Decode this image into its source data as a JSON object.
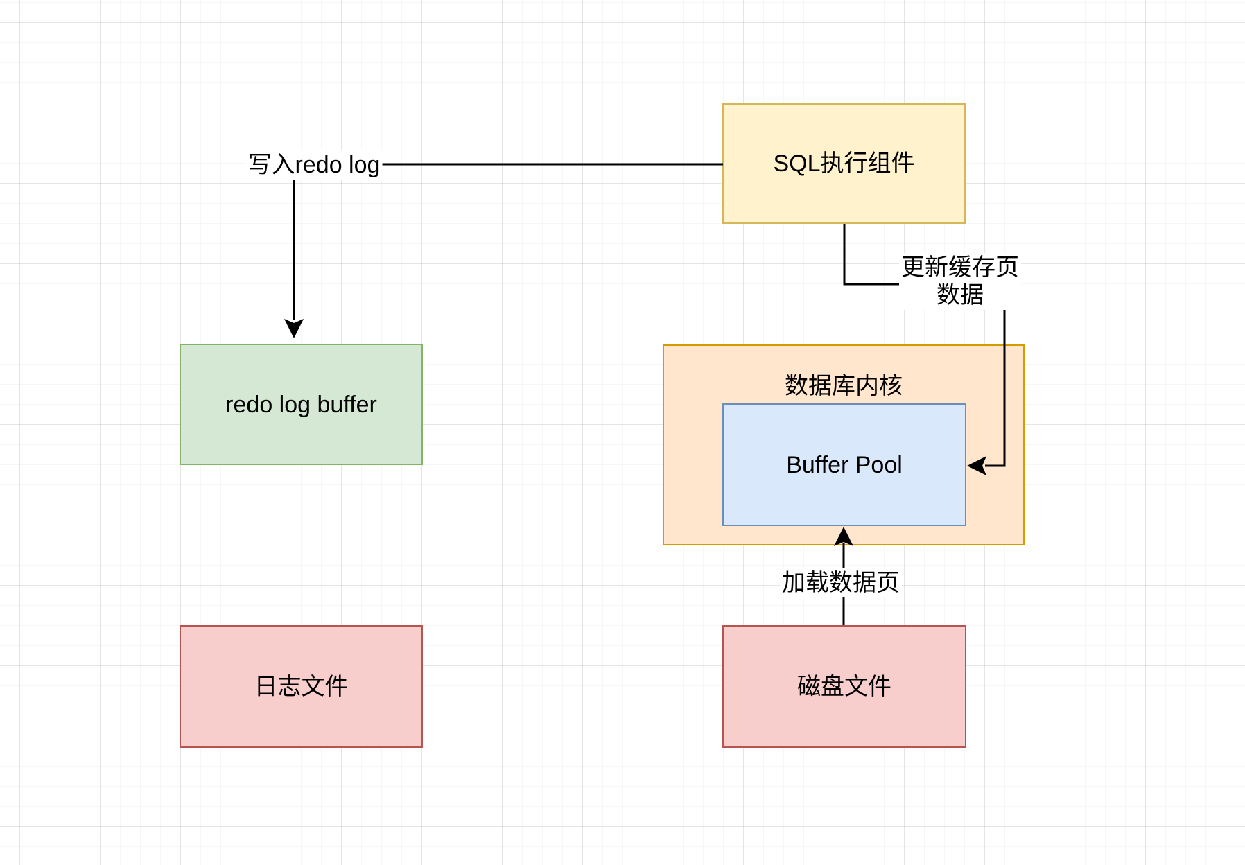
{
  "diagram": {
    "nodes": {
      "sql_component": {
        "label": "SQL执行组件",
        "fill": "#FFF2CC",
        "stroke": "#D6B656"
      },
      "redo_log_buffer": {
        "label": "redo log buffer",
        "fill": "#D5E8D4",
        "stroke": "#82B366"
      },
      "db_kernel": {
        "label": "数据库内核",
        "fill": "#FFE6CC",
        "stroke": "#D79B00"
      },
      "buffer_pool": {
        "label": "Buffer Pool",
        "fill": "#DAE8FC",
        "stroke": "#6C8EBF"
      },
      "log_file": {
        "label": "日志文件",
        "fill": "#F8CECC",
        "stroke": "#B85450"
      },
      "disk_file": {
        "label": "磁盘文件",
        "fill": "#F8CECC",
        "stroke": "#B85450"
      }
    },
    "edges": {
      "write_redo_log": {
        "label": "写入redo log"
      },
      "update_cache_page": {
        "label_line1": "更新缓存页",
        "label_line2": "数据"
      },
      "load_data_page": {
        "label": "加载数据页"
      }
    },
    "edge_color": "#000000",
    "background": "#FFFFFF"
  }
}
